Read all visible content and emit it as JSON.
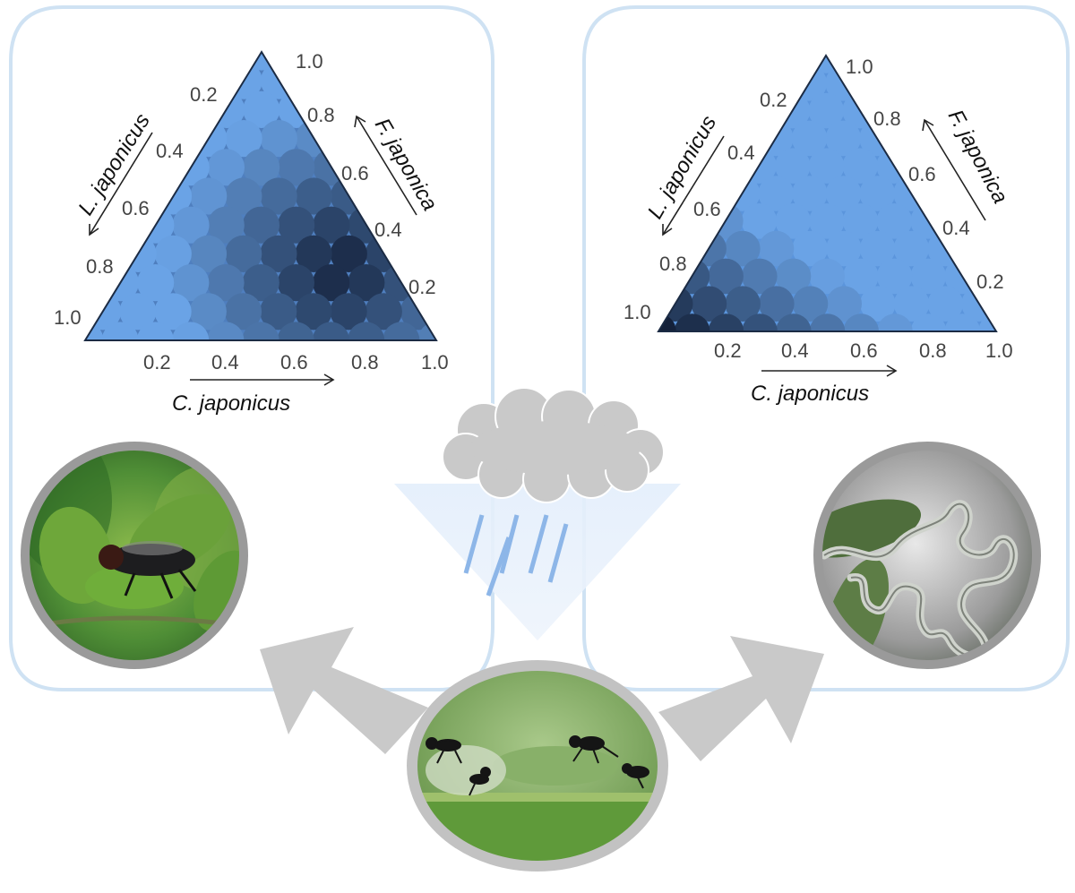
{
  "panels": [
    {
      "id": "left",
      "tick_labels": [
        "0.2",
        "0.4",
        "0.6",
        "0.8",
        "1.0"
      ],
      "axes": {
        "left_edge": "L. japonicus",
        "right_edge": "F. japonica",
        "bottom_edge": "C. japonicus"
      },
      "shading": "darkest near the lower-right of the triangle (high C. japonicus, low L. japonicus)"
    },
    {
      "id": "right",
      "tick_labels": [
        "0.2",
        "0.4",
        "0.6",
        "0.8",
        "1.0"
      ],
      "axes": {
        "left_edge": "L. japonicus",
        "right_edge": "F. japonica",
        "bottom_edge": "C. japonicus"
      },
      "shading": "darkest near the lower-left corner (high L. japonicus)"
    }
  ],
  "colors": {
    "panel_border": "#c9dff0",
    "triangle_light": "#6aa3e6",
    "triangle_dark": "#14213a",
    "arrow_grey": "#c8c8c8",
    "cloud": "#c9c9c9",
    "rain": "#8db6e8",
    "photo_ring": "#9a9a9a"
  },
  "photos": {
    "left": "fly-on-leaf-photo",
    "center": "ants-tending-caterpillar-photo",
    "right": "nematode-photo"
  }
}
